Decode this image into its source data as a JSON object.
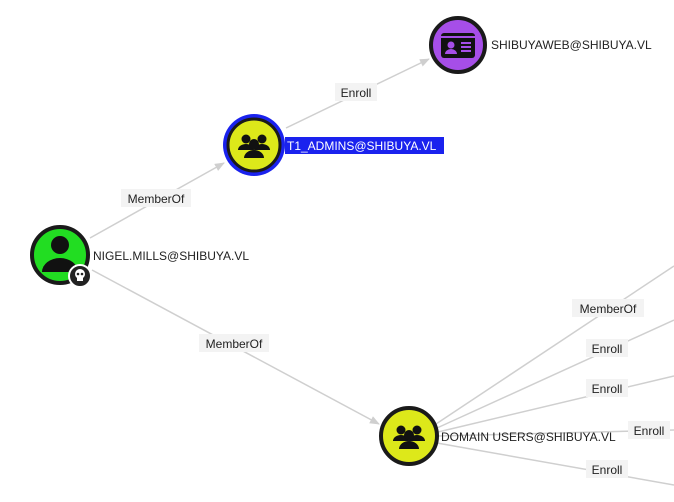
{
  "colors": {
    "user": "#22dd22",
    "group": "#dde81a",
    "template": "#a64ee8",
    "selected": "#1a22ee",
    "edge": "#cfcfcf"
  },
  "nodes": {
    "nigel": {
      "label": "NIGEL.MILLS@SHIBUYA.VL",
      "icon": "user-icon",
      "badge": "skull-icon"
    },
    "t1": {
      "label": "T1_ADMINS@SHIBUYA.VL",
      "icon": "group-icon"
    },
    "web": {
      "label": "SHIBUYAWEB@SHIBUYA.VL",
      "icon": "certificate-template-icon"
    },
    "du": {
      "label": "DOMAIN USERS@SHIBUYA.VL",
      "icon": "group-icon"
    }
  },
  "edges": {
    "nigel_t1": "MemberOf",
    "t1_web": "Enroll",
    "nigel_du": "MemberOf",
    "du_out": [
      "MemberOf",
      "Enroll",
      "Enroll",
      "Enroll",
      "Enroll"
    ]
  }
}
